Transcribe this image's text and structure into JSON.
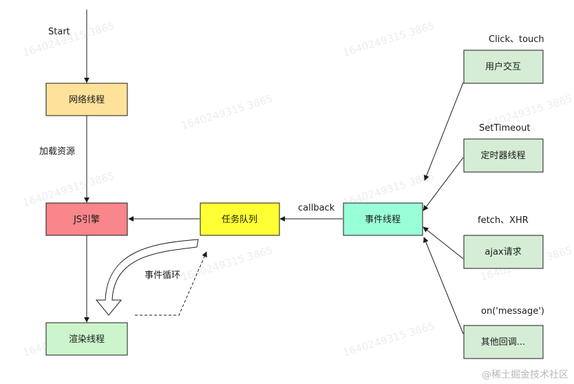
{
  "nodes": {
    "network": {
      "label": "网络线程",
      "fill": "#FFE29A"
    },
    "js": {
      "label": "JS引擎",
      "fill": "#F8868A"
    },
    "render": {
      "label": "渲染线程",
      "fill": "#CCF5CC"
    },
    "queue": {
      "label": "任务队列",
      "fill": "#FFFF33"
    },
    "event": {
      "label": "事件线程",
      "fill": "#99FFD6"
    },
    "user": {
      "label": "用户交互",
      "fill": "#D5EDD5"
    },
    "timer": {
      "label": "定时器线程",
      "fill": "#D5EDD5"
    },
    "ajax": {
      "label": "ajax请求",
      "fill": "#D5EDD5"
    },
    "other": {
      "label": "其他回调...",
      "fill": "#D5EDD5"
    }
  },
  "labels": {
    "start": "Start",
    "load": "加载资源",
    "callback": "callback",
    "loop": "事件循环",
    "click": "Click、touch",
    "settimeout": "SetTimeout",
    "fetch": "fetch、XHR",
    "onmessage": "on('message')"
  },
  "watermark": "1640249315 3865",
  "credit": "@稀土掘金技术社区"
}
